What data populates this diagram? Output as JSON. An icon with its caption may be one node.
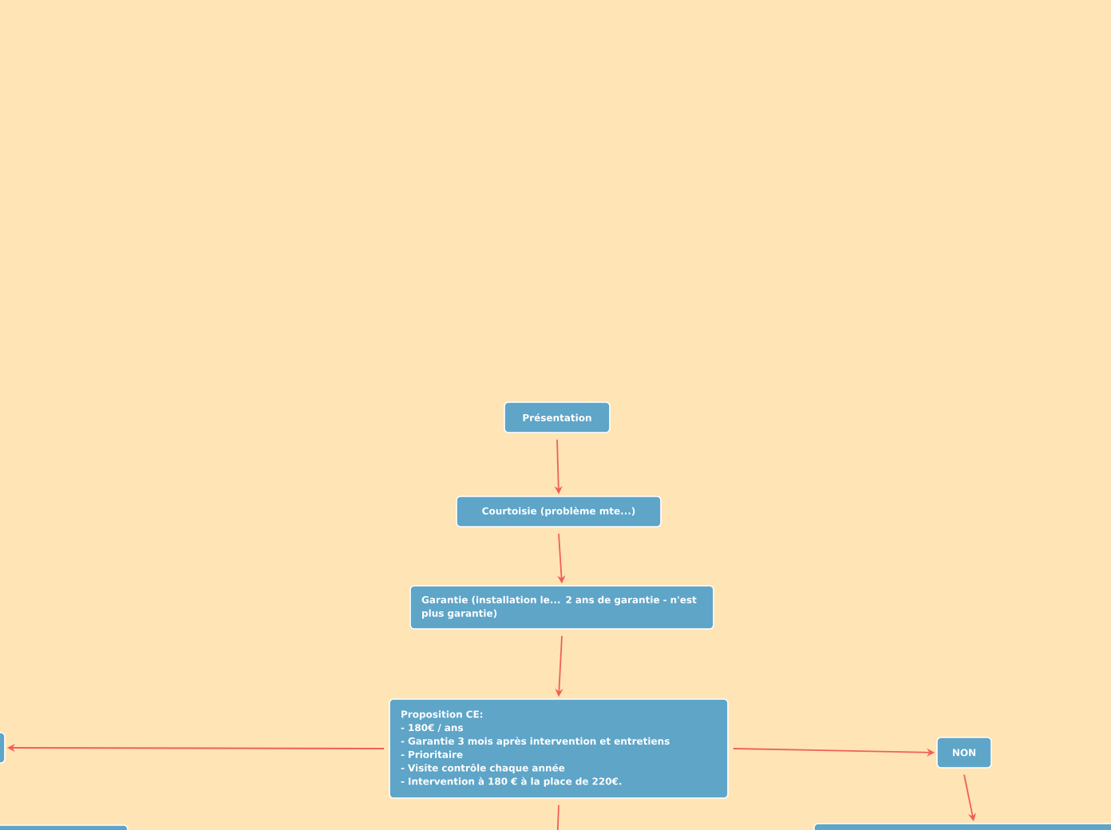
{
  "diagram": {
    "nodes": [
      {
        "text": [
          "Présentation"
        ]
      },
      {
        "text": [
          "Courtoisie (problème mte...)"
        ]
      },
      {
        "text": [
          "Garantie (installation le... 2 ans de garantie - n'est plus garantie)"
        ]
      },
      {
        "text": [
          "Proposition CE:",
          "- 180€ / ans",
          "- Garantie 3 mois après intervention et entretiens",
          "- Prioritaire",
          "- Visite contrôle chaque année",
          "- Intervention à 180 € à la place de 220€."
        ]
      },
      {
        "text": [],
        "shape": "box"
      },
      {
        "text": [
          "NON"
        ]
      },
      {
        "text": [],
        "shape": "box"
      },
      {
        "text": [],
        "shape": "box"
      }
    ],
    "edges": [
      {
        "from": 0,
        "to": 1,
        "arrow": "to"
      },
      {
        "from": 1,
        "to": 2,
        "arrow": "to"
      },
      {
        "from": 2,
        "to": 3,
        "arrow": "to"
      },
      {
        "from": 3,
        "to": 4,
        "arrow": "to"
      },
      {
        "from": 3,
        "to": 5,
        "arrow": "to"
      },
      {
        "from": 5,
        "to": 7,
        "arrow": "to"
      },
      {
        "from": 3,
        "to": null,
        "arrow": "none"
      }
    ]
  }
}
